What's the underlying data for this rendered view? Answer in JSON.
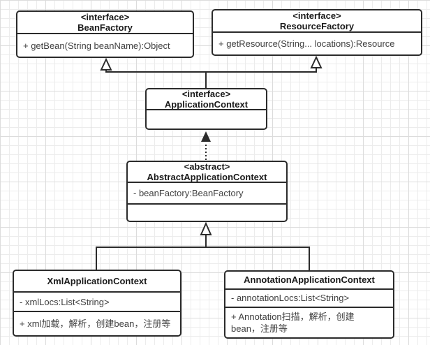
{
  "diagram": {
    "type": "uml-class-diagram",
    "classes": [
      {
        "stereotype": "<interface>",
        "name": "BeanFactory",
        "fields": [],
        "methods": [
          "+ getBean(String beanName):Object"
        ]
      },
      {
        "stereotype": "<interface>",
        "name": "ResourceFactory",
        "fields": [],
        "methods": [
          "+ getResource(String... locations):Resource"
        ]
      },
      {
        "stereotype": "<interface>",
        "name": "ApplicationContext",
        "fields": [],
        "methods": []
      },
      {
        "stereotype": "<abstract>",
        "name": "AbstractApplicationContext",
        "fields": [
          "- beanFactory:BeanFactory"
        ],
        "methods": []
      },
      {
        "stereotype": "",
        "name": "XmlApplicationContext",
        "fields": [
          "- xmlLocs:List<String>"
        ],
        "methods": [
          "+ xml加载，解析，创建bean，注册等"
        ]
      },
      {
        "stereotype": "",
        "name": "AnnotationApplicationContext",
        "fields": [
          "- annotationLocs:List<String>"
        ],
        "methods": [
          "+ Annotation扫描，解析，创建bean，注册等"
        ]
      }
    ],
    "relations": [
      {
        "from": "ApplicationContext",
        "to": "BeanFactory",
        "type": "generalization",
        "line": "solid",
        "arrowhead": "hollow-triangle"
      },
      {
        "from": "ApplicationContext",
        "to": "ResourceFactory",
        "type": "generalization",
        "line": "solid",
        "arrowhead": "hollow-triangle"
      },
      {
        "from": "AbstractApplicationContext",
        "to": "ApplicationContext",
        "type": "realization",
        "line": "dotted",
        "arrowhead": "filled-triangle"
      },
      {
        "from": "XmlApplicationContext",
        "to": "AbstractApplicationContext",
        "type": "generalization",
        "line": "solid",
        "arrowhead": "hollow-triangle"
      },
      {
        "from": "AnnotationApplicationContext",
        "to": "AbstractApplicationContext",
        "type": "generalization",
        "line": "solid",
        "arrowhead": "hollow-triangle"
      }
    ],
    "colors": {
      "stroke": "#2b2b2b",
      "shape_fill": "#ffffff",
      "title_text": "#1a1a1a",
      "member_text": "#3f3f3f",
      "grid_minor": "#ececec",
      "grid_major": "#dcdcdc"
    }
  }
}
